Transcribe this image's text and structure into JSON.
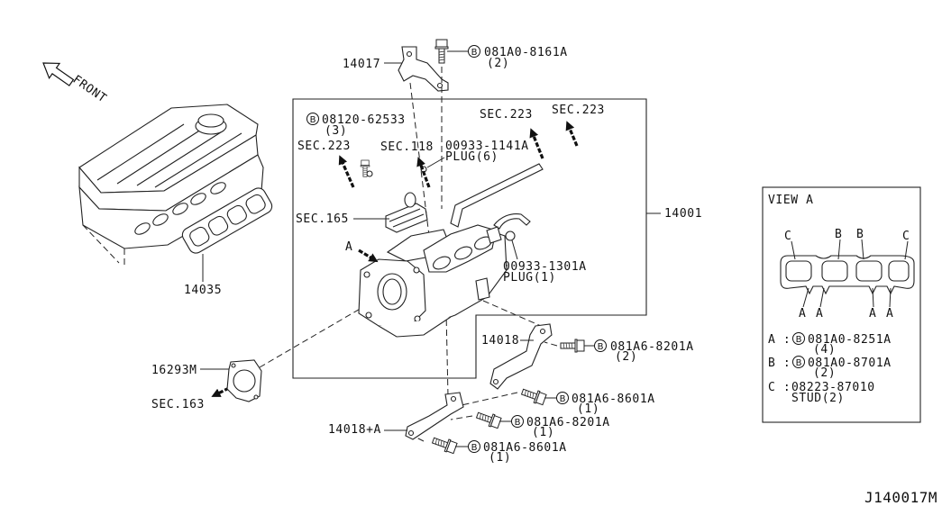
{
  "drawing_id": "J140017M",
  "front_label": "FRONT",
  "bolt_marker": "B",
  "view_marker": "A",
  "parts": {
    "bracket_14017": "14017",
    "manifold_14001": "14001",
    "gasket_14035": "14035",
    "bracket_14018": "14018",
    "gasket_16293M": "16293M",
    "bracket_14018A": "14018+A"
  },
  "fasteners": {
    "bolt_top": {
      "code": "081A0-8161A",
      "qty": "(2)"
    },
    "bolt_manifold": {
      "code": "08120-62533",
      "qty": "(3)"
    },
    "bolt_14018": {
      "code": "081A6-8201A",
      "qty": "(2)"
    },
    "bolt_lower_1": {
      "code": "081A6-8601A",
      "qty": "(1)"
    },
    "bolt_lower_2": {
      "code": "081A6-8201A",
      "qty": "(1)"
    },
    "bolt_lower_3": {
      "code": "081A6-8601A",
      "qty": "(1)"
    }
  },
  "plugs": {
    "plug_upper": {
      "code": "00933-1141A",
      "qty": "PLUG(6)"
    },
    "plug_lower": {
      "code": "00933-1301A",
      "qty": "PLUG(1)"
    }
  },
  "section_refs": {
    "sec223_left": "SEC.223",
    "sec223_mid": "SEC.223",
    "sec223_right": "SEC.223",
    "sec118": "SEC.118",
    "sec165": "SEC.165",
    "sec163": "SEC.163"
  },
  "view_a": {
    "title": "VIEW A",
    "top_letters": [
      "C",
      "B",
      "B",
      "C"
    ],
    "bottom_letters": [
      "A",
      "A",
      "A",
      "A"
    ],
    "legend": [
      {
        "key": "A :",
        "code": "081A0-8251A",
        "qty": "(4)"
      },
      {
        "key": "B :",
        "code": "081A0-8701A",
        "qty": "(2)"
      },
      {
        "key": "C :",
        "code": "08223-87010",
        "qty": "STUD(2)"
      }
    ]
  }
}
